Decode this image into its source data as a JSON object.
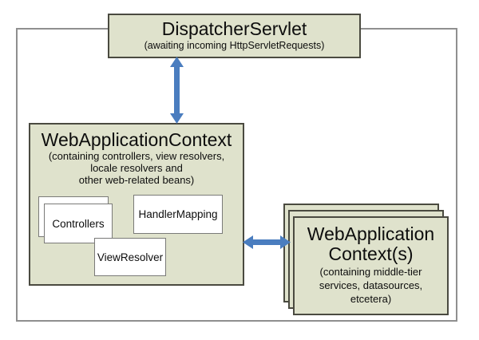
{
  "dispatcher_servlet": {
    "title": "DispatcherServlet",
    "subtitle": "(awaiting incoming HttpServletRequests)"
  },
  "web_application_context": {
    "title": "WebApplicationContext",
    "subtitle_line1": "(containing controllers, view resolvers,",
    "subtitle_line2": "locale resolvers and",
    "subtitle_line3": "other web-related beans)",
    "beans": {
      "controllers": "Controllers",
      "handler_mapping": "HandlerMapping",
      "view_resolver": "ViewResolver"
    }
  },
  "root_contexts": {
    "title_line1": "WebApplication",
    "title_line2": "Context(s)",
    "subtitle_line1": "(containing middle-tier",
    "subtitle_line2": "services, datasources,",
    "subtitle_line3": "etcetera)"
  },
  "colors": {
    "box_fill": "#dfe2cc",
    "box_border": "#4a4a40",
    "frame_border": "#8f8f8f",
    "inner_border": "#7a7a78",
    "arrow": "#4a7dbf",
    "text": "#0d0d0d"
  }
}
